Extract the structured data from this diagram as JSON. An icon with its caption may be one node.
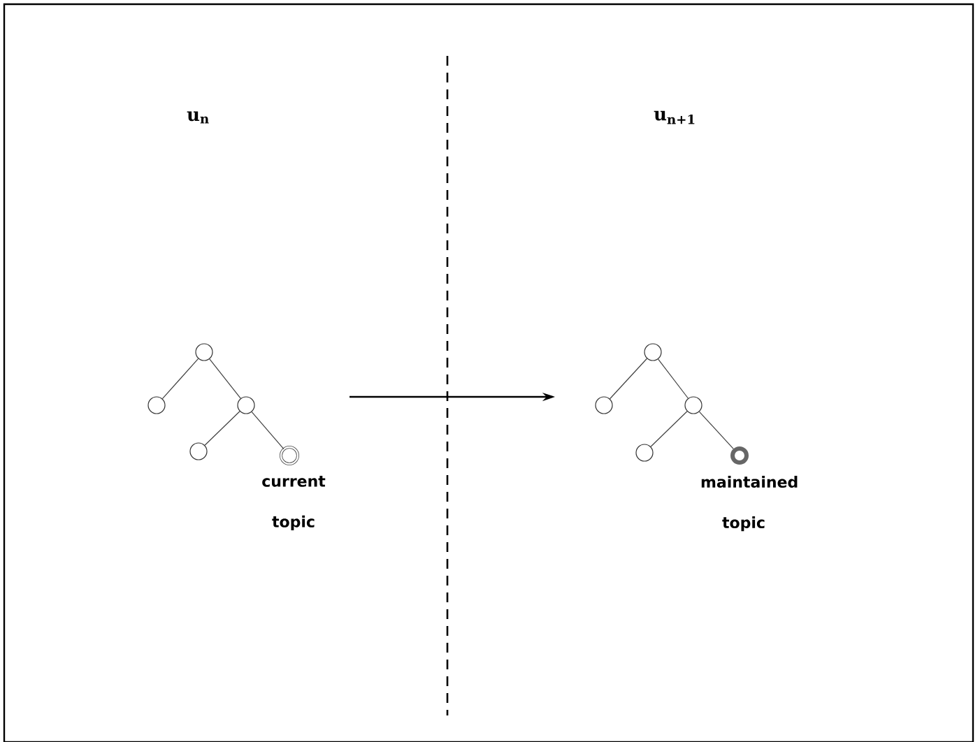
{
  "diagram": {
    "nodes": [
      {
        "text": [],
        "shape": "circle"
      },
      {
        "text": [],
        "shape": "circle"
      },
      {
        "text": [],
        "shape": "circle"
      },
      {
        "text": [],
        "shape": "circle"
      },
      {
        "text": [],
        "shape": "circle",
        "beside": [
          "current topic"
        ]
      },
      {
        "text": [],
        "shape": "circle"
      },
      {
        "text": [],
        "shape": "circle"
      },
      {
        "text": [],
        "shape": "circle"
      },
      {
        "text": [],
        "shape": "circle"
      },
      {
        "text": [],
        "shape": "circle",
        "beside": [
          "maintained topic"
        ]
      }
    ],
    "edges": [
      {
        "from": 0,
        "to": 1,
        "arrow": "none"
      },
      {
        "from": 0,
        "to": 2,
        "arrow": "none"
      },
      {
        "from": 2,
        "to": 3,
        "arrow": "none"
      },
      {
        "from": 2,
        "to": 4,
        "arrow": "none"
      },
      {
        "from": 5,
        "to": 6,
        "arrow": "none"
      },
      {
        "from": 5,
        "to": 7,
        "arrow": "none"
      },
      {
        "from": 7,
        "to": 8,
        "arrow": "none"
      },
      {
        "from": 7,
        "to": 9,
        "arrow": "none"
      }
    ],
    "labels": [
      "u$_{n}$",
      "u$_{n+1}$"
    ]
  }
}
